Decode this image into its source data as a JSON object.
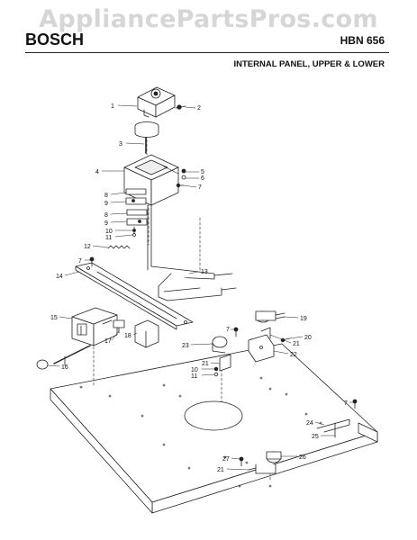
{
  "watermark": "AppliancePartsPros.com",
  "header": {
    "brand": "BOSCH",
    "model": "HBN 656",
    "title": "INTERNAL PANEL, UPPER & LOWER"
  },
  "callouts": [
    {
      "name": "callout-1",
      "label": "1"
    },
    {
      "name": "callout-2",
      "label": "2"
    },
    {
      "name": "callout-3",
      "label": "3"
    },
    {
      "name": "callout-4",
      "label": "4"
    },
    {
      "name": "callout-5",
      "label": "5"
    },
    {
      "name": "callout-6",
      "label": "6"
    },
    {
      "name": "callout-7a",
      "label": "7"
    },
    {
      "name": "callout-8a",
      "label": "8"
    },
    {
      "name": "callout-9a",
      "label": "9"
    },
    {
      "name": "callout-8b",
      "label": "8"
    },
    {
      "name": "callout-9b",
      "label": "9"
    },
    {
      "name": "callout-10a",
      "label": "10"
    },
    {
      "name": "callout-11a",
      "label": "11"
    },
    {
      "name": "callout-12",
      "label": "12"
    },
    {
      "name": "callout-7b",
      "label": "7"
    },
    {
      "name": "callout-13",
      "label": "13"
    },
    {
      "name": "callout-14",
      "label": "14"
    },
    {
      "name": "callout-15",
      "label": "15"
    },
    {
      "name": "callout-17",
      "label": "17"
    },
    {
      "name": "callout-18",
      "label": "18"
    },
    {
      "name": "callout-16",
      "label": "16"
    },
    {
      "name": "callout-7c",
      "label": "7"
    },
    {
      "name": "callout-19",
      "label": "19"
    },
    {
      "name": "callout-20",
      "label": "20"
    },
    {
      "name": "callout-23",
      "label": "23"
    },
    {
      "name": "callout-21a",
      "label": "21"
    },
    {
      "name": "callout-22",
      "label": "22"
    },
    {
      "name": "callout-21b",
      "label": "21"
    },
    {
      "name": "callout-10b",
      "label": "10"
    },
    {
      "name": "callout-11b",
      "label": "11"
    },
    {
      "name": "callout-7d",
      "label": "7"
    },
    {
      "name": "callout-24",
      "label": "24"
    },
    {
      "name": "callout-25",
      "label": "25"
    },
    {
      "name": "callout-27",
      "label": "27"
    },
    {
      "name": "callout-26",
      "label": "26"
    },
    {
      "name": "callout-21c",
      "label": "21"
    }
  ]
}
